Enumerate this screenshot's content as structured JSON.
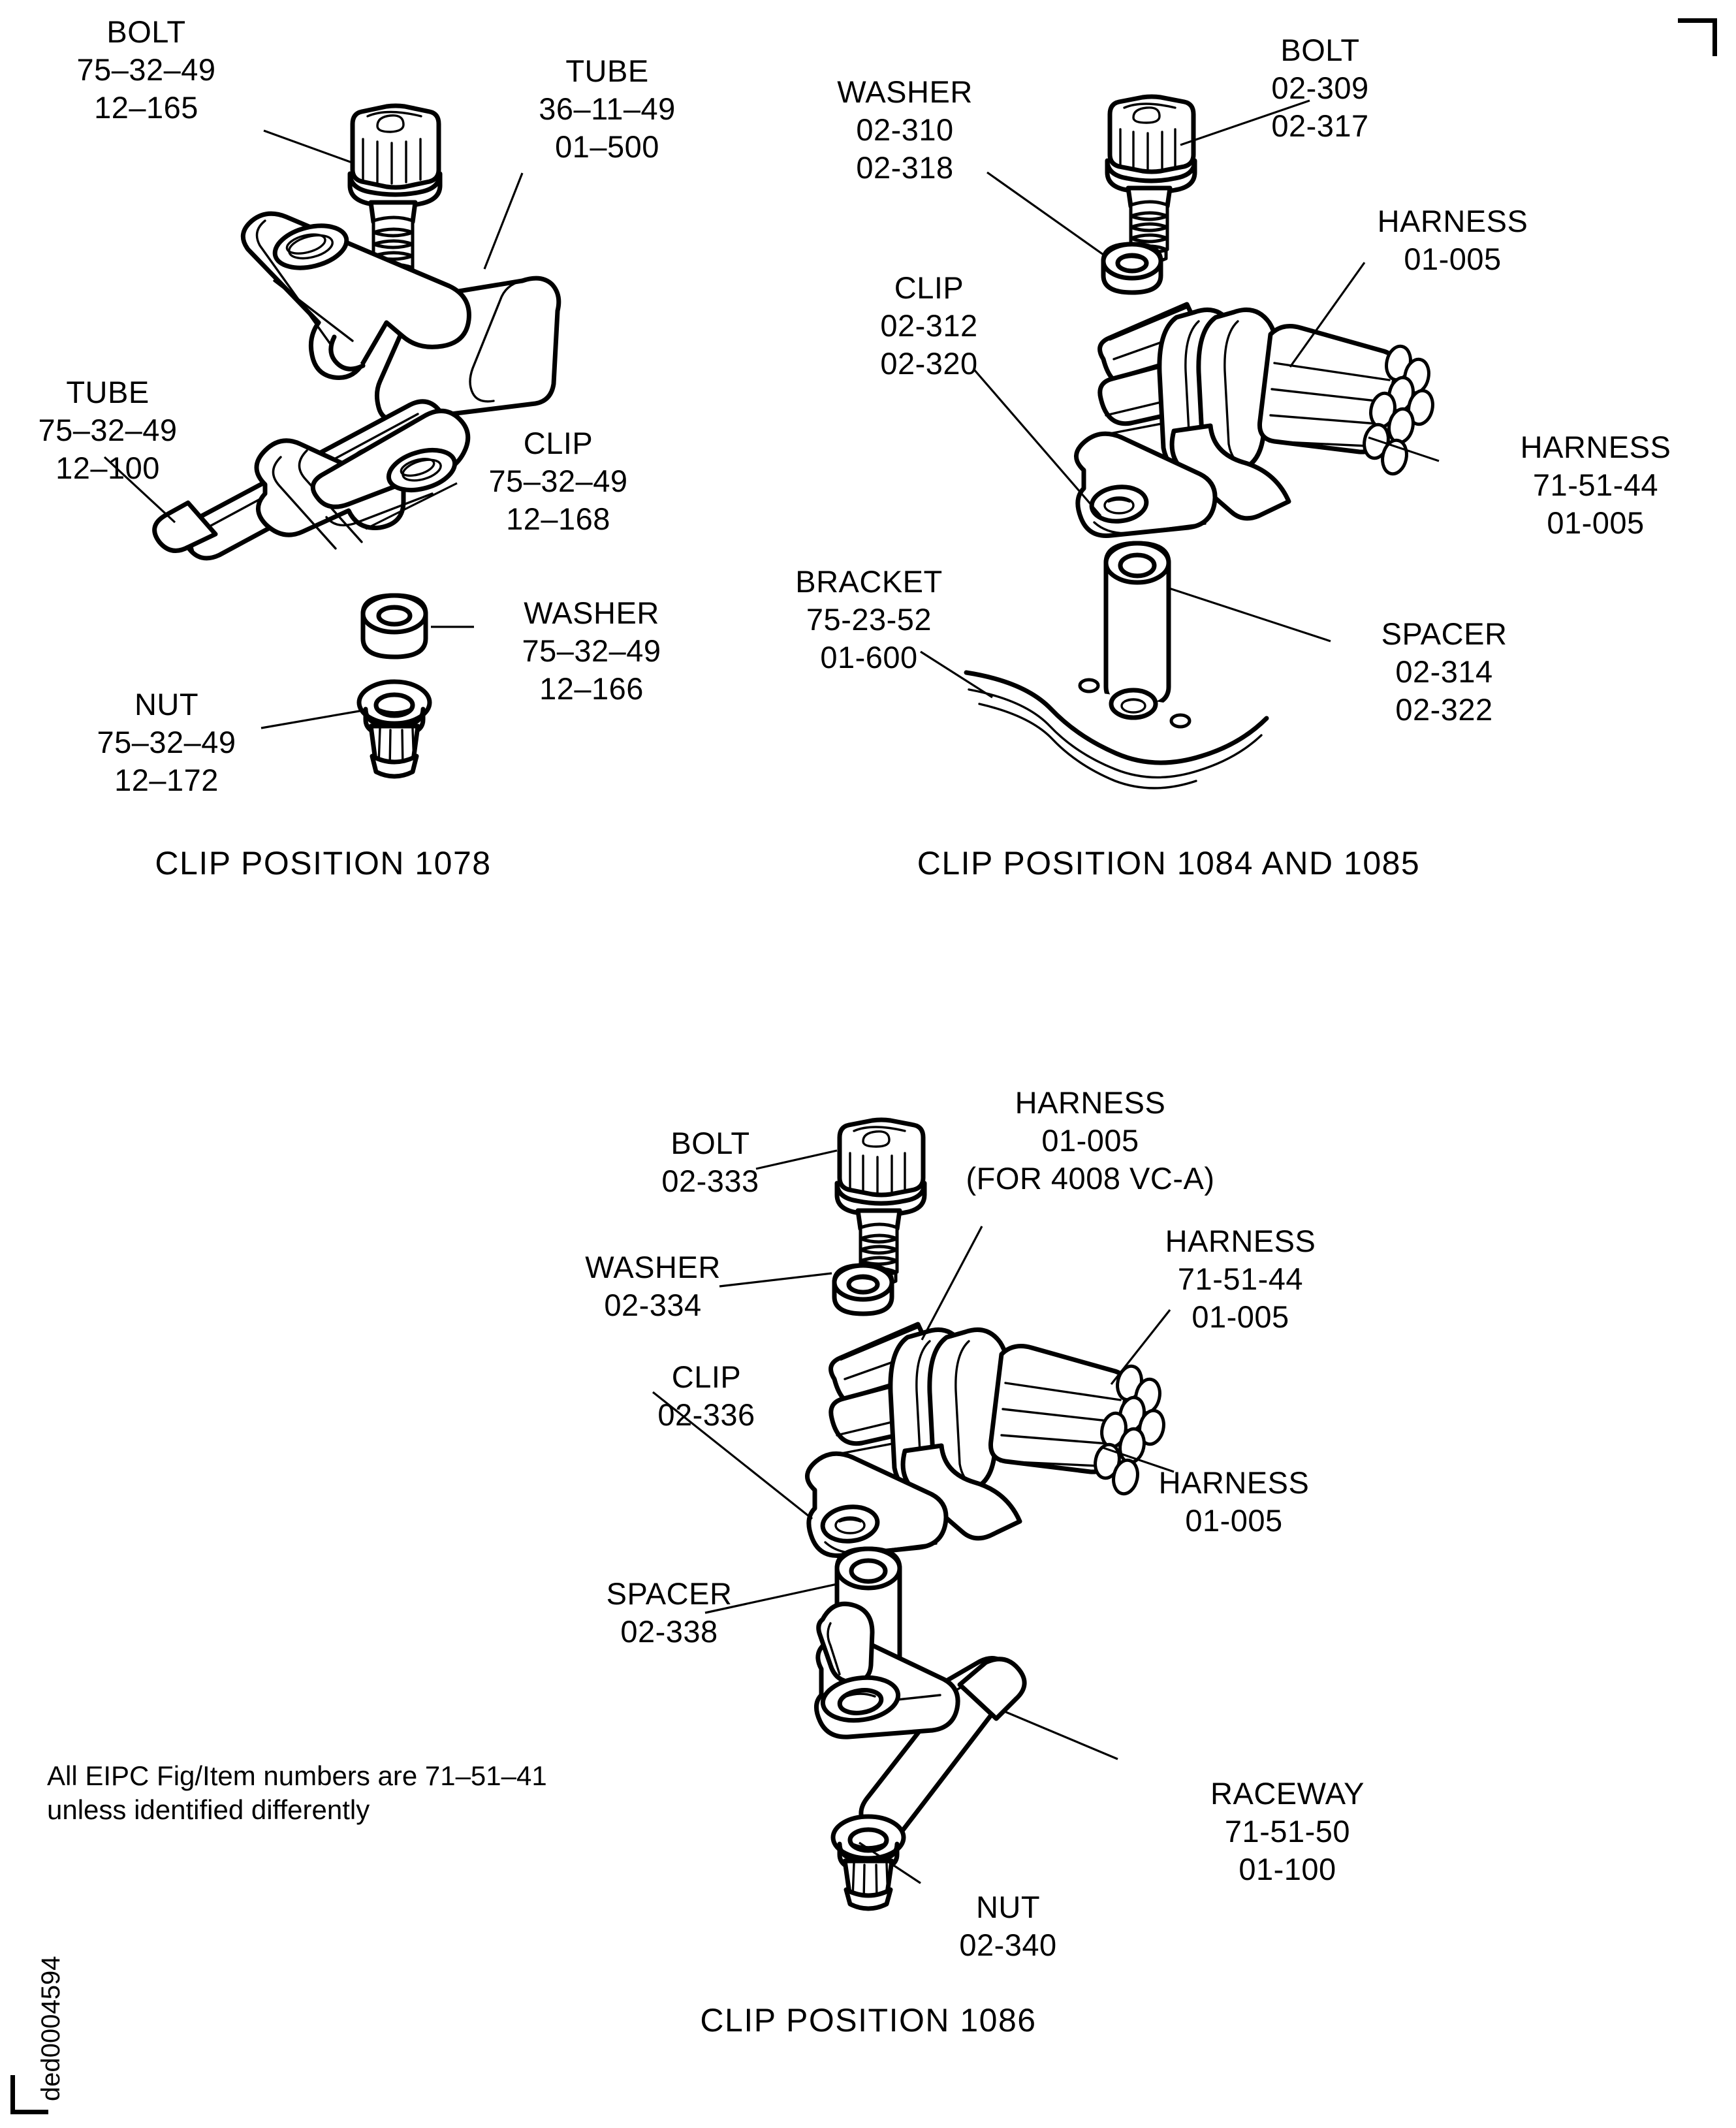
{
  "document": {
    "note": "All EIPC Fig/Item numbers are 71–51–41\nunless identified differently",
    "figure_code": "ded0004594"
  },
  "figures": [
    {
      "id": "clip-position-1078",
      "caption": "CLIP POSITION 1078",
      "callouts": [
        {
          "name": "bolt",
          "label": "BOLT",
          "lines": [
            "75–32–49",
            "12–165"
          ]
        },
        {
          "name": "tube-upper",
          "label": "TUBE",
          "lines": [
            "36–11–49",
            "01–500"
          ]
        },
        {
          "name": "tube-lower",
          "label": "TUBE",
          "lines": [
            "75–32–49",
            "12–100"
          ]
        },
        {
          "name": "clip",
          "label": "CLIP",
          "lines": [
            "75–32–49",
            "12–168"
          ]
        },
        {
          "name": "washer",
          "label": "WASHER",
          "lines": [
            "75–32–49",
            "12–166"
          ]
        },
        {
          "name": "nut",
          "label": "NUT",
          "lines": [
            "75–32–49",
            "12–172"
          ]
        }
      ]
    },
    {
      "id": "clip-position-1084-1085",
      "caption": "CLIP POSITION 1084 AND 1085",
      "callouts": [
        {
          "name": "washer",
          "label": "WASHER",
          "lines": [
            "02-310",
            "02-318"
          ]
        },
        {
          "name": "bolt",
          "label": "BOLT",
          "lines": [
            "02-309",
            "02-317"
          ]
        },
        {
          "name": "harness-top",
          "label": "HARNESS",
          "lines": [
            "01-005"
          ]
        },
        {
          "name": "clip",
          "label": "CLIP",
          "lines": [
            "02-312",
            "02-320"
          ]
        },
        {
          "name": "harness-right",
          "label": "HARNESS",
          "lines": [
            "71-51-44",
            "01-005"
          ]
        },
        {
          "name": "bracket",
          "label": "BRACKET",
          "lines": [
            "75-23-52",
            "01-600"
          ]
        },
        {
          "name": "spacer",
          "label": "SPACER",
          "lines": [
            "02-314",
            "02-322"
          ]
        }
      ]
    },
    {
      "id": "clip-position-1086",
      "caption": "CLIP POSITION 1086",
      "callouts": [
        {
          "name": "bolt",
          "label": "BOLT",
          "lines": [
            "02-333"
          ]
        },
        {
          "name": "harness-top",
          "label": "HARNESS",
          "lines": [
            "01-005",
            "(FOR 4008 VC-A)"
          ]
        },
        {
          "name": "washer",
          "label": "WASHER",
          "lines": [
            "02-334"
          ]
        },
        {
          "name": "harness-right",
          "label": "HARNESS",
          "lines": [
            "71-51-44",
            "01-005"
          ]
        },
        {
          "name": "clip",
          "label": "CLIP",
          "lines": [
            "02-336"
          ]
        },
        {
          "name": "harness-lower",
          "label": "HARNESS",
          "lines": [
            "01-005"
          ]
        },
        {
          "name": "spacer",
          "label": "SPACER",
          "lines": [
            "02-338"
          ]
        },
        {
          "name": "raceway",
          "label": "RACEWAY",
          "lines": [
            "71-51-50",
            "01-100"
          ]
        },
        {
          "name": "nut",
          "label": "NUT",
          "lines": [
            "02-340"
          ]
        }
      ]
    }
  ],
  "labels": {
    "f1_bolt": "BOLT\n75–32–49\n12–165",
    "f1_tube_upper": "TUBE\n36–11–49\n01–500",
    "f1_tube_lower": "TUBE\n75–32–49\n12–100",
    "f1_clip": "CLIP\n75–32–49\n12–168",
    "f1_washer": "WASHER\n75–32–49\n12–166",
    "f1_nut": "NUT\n75–32–49\n12–172",
    "f1_caption": "CLIP POSITION 1078",
    "f2_washer": "WASHER\n02-310\n02-318",
    "f2_bolt": "BOLT\n02-309\n02-317",
    "f2_harness_top": "HARNESS\n01-005",
    "f2_clip": "CLIP\n02-312\n02-320",
    "f2_harness_right": "HARNESS\n71-51-44\n01-005",
    "f2_bracket": "BRACKET\n75-23-52\n01-600",
    "f2_spacer": "SPACER\n02-314\n02-322",
    "f2_caption": "CLIP POSITION 1084 AND 1085",
    "f3_bolt": "BOLT\n02-333",
    "f3_harness_top": "HARNESS\n01-005\n(FOR 4008 VC-A)",
    "f3_washer": "WASHER\n02-334",
    "f3_harness_right": "HARNESS\n71-51-44\n01-005",
    "f3_clip": "CLIP\n02-336",
    "f3_harness_lower": "HARNESS\n01-005",
    "f3_spacer": "SPACER\n02-338",
    "f3_raceway": "RACEWAY\n71-51-50\n01-100",
    "f3_nut": "NUT\n02-340",
    "f3_caption": "CLIP POSITION 1086"
  },
  "colors": {
    "ink": "#000000",
    "paper": "#ffffff"
  }
}
